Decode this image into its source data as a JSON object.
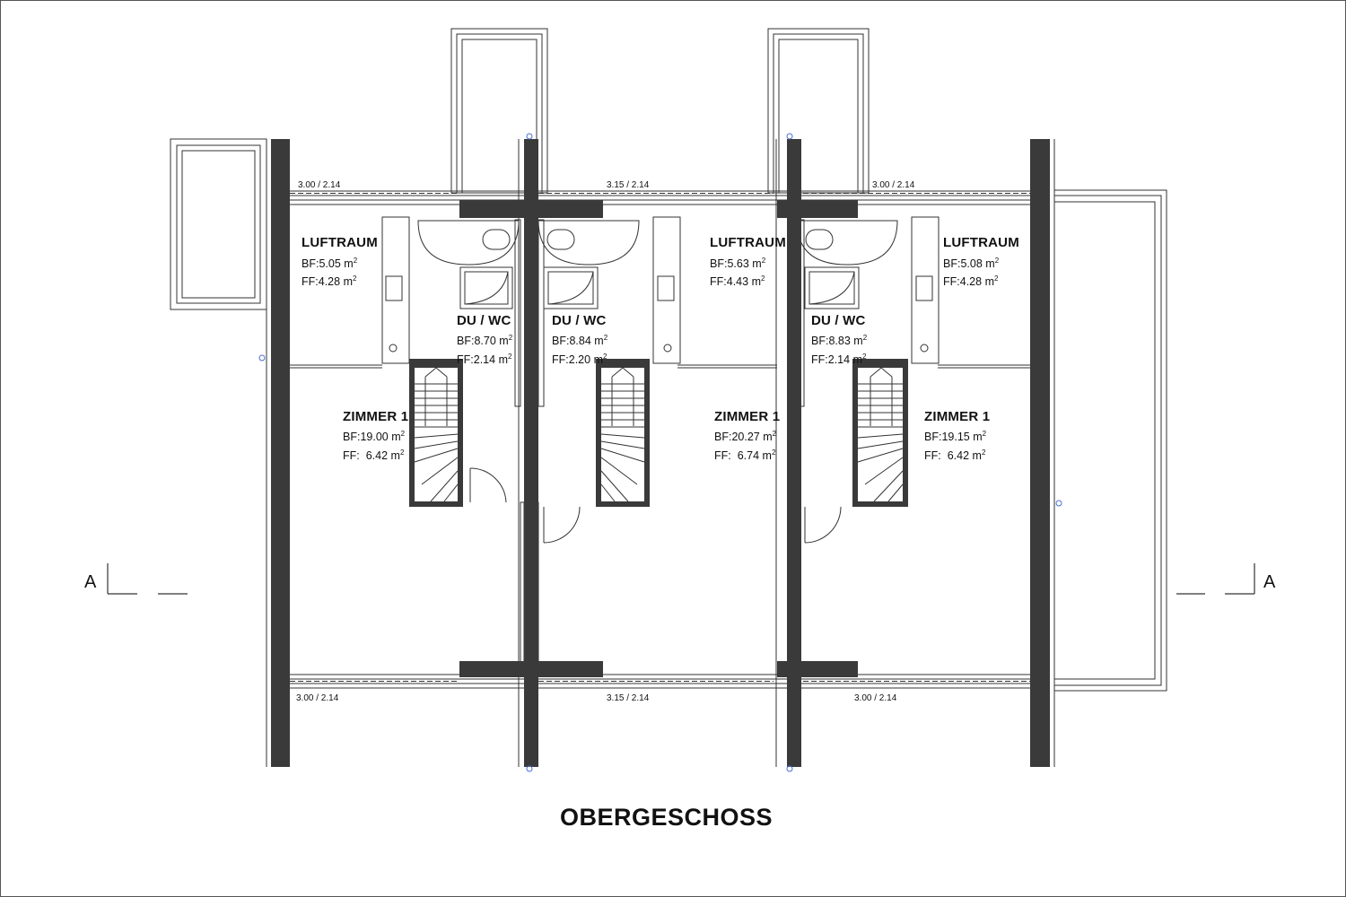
{
  "title": "OBERGESCHOSS",
  "section_marks": {
    "left": "A",
    "right": "A"
  },
  "unit_suffix": "m",
  "unit_exponent": "2",
  "units": [
    {
      "luftraum": {
        "name": "LUFTRAUM",
        "bf": "BF:5.05",
        "ff": "FF:4.28"
      },
      "bath": {
        "name": "DU / WC",
        "bf": "BF:8.70",
        "ff": "FF:2.14"
      },
      "zimmer": {
        "name": "ZIMMER 1",
        "bf": "BF:19.00",
        "ff": "FF:  6.42"
      },
      "window_top": "3.00 / 2.14",
      "window_bottom": "3.00 / 2.14"
    },
    {
      "luftraum": {
        "name": "LUFTRAUM",
        "bf": "BF:5.63",
        "ff": "FF:4.43"
      },
      "bath": {
        "name": "DU / WC",
        "bf": "BF:8.84",
        "ff": "FF:2.20"
      },
      "zimmer": {
        "name": "ZIMMER 1",
        "bf": "BF:20.27",
        "ff": "FF:  6.74"
      },
      "window_top": "3.15 / 2.14",
      "window_bottom": "3.15 / 2.14"
    },
    {
      "luftraum": {
        "name": "LUFTRAUM",
        "bf": "BF:5.08",
        "ff": "FF:4.28"
      },
      "bath": {
        "name": "DU / WC",
        "bf": "BF:8.83",
        "ff": "FF:2.14"
      },
      "zimmer": {
        "name": "ZIMMER 1",
        "bf": "BF:19.15",
        "ff": "FF:  6.42"
      },
      "window_top": "3.00 / 2.14",
      "window_bottom": "3.00 / 2.14"
    }
  ],
  "colors": {
    "wall": "#3a3a3a",
    "line": "#333333",
    "marker": "#4a6fd6"
  }
}
